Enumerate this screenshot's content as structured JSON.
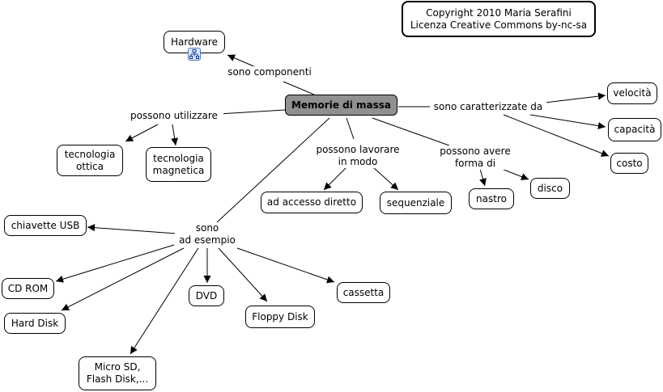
{
  "copyright": {
    "text": "Copyright 2010 Maria Serafini\nLicenza Creative Commons by-nc-sa"
  },
  "nodes": {
    "hardware": "Hardware",
    "memorie": "Memorie di massa",
    "velocita": "velocità",
    "capacita": "capacità",
    "costo": "costo",
    "tecnologia_ottica": "tecnologia\nottica",
    "tecnologia_magnetica": "tecnologia\nmagnetica",
    "accesso_diretto": "ad accesso diretto",
    "sequenziale": "sequenziale",
    "nastro": "nastro",
    "disco": "disco",
    "chiavette_usb": "chiavette USB",
    "cd_rom": "CD ROM",
    "hard_disk": "Hard Disk",
    "dvd": "DVD",
    "floppy_disk": "Floppy Disk",
    "cassetta": "cassetta",
    "micro_sd": "Micro SD,\nFlash Disk,..."
  },
  "links": {
    "sono_componenti": "sono componenti",
    "possono_utilizzare": "possono utilizzare",
    "sono_caratterizzate_da": "sono caratterizzate da",
    "possono_lavorare": "possono lavorare\nin modo",
    "possono_avere": "possono avere\nforma di",
    "sono_ad_esempio": "sono\nad esempio"
  },
  "icons": {
    "hardware_submap": "concept-map-link-icon"
  },
  "colors": {
    "main_node_fill": "#909090",
    "icon_border": "#4a78c0",
    "icon_fill": "#dce8fb"
  }
}
